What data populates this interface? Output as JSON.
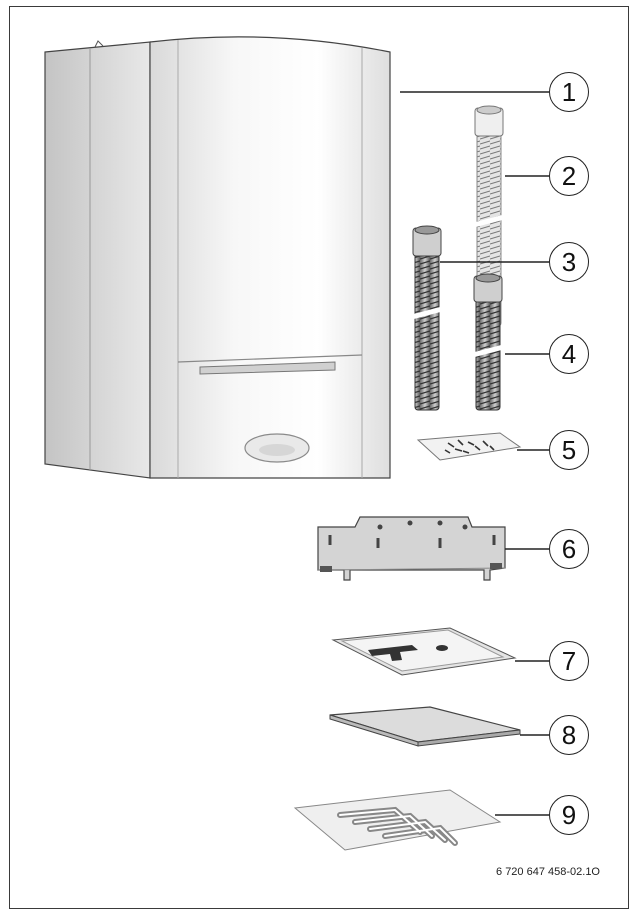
{
  "callouts": [
    {
      "num": "1",
      "icon": "boiler-icon"
    },
    {
      "num": "2",
      "icon": "flexible-hose-icon"
    },
    {
      "num": "3",
      "icon": "flexible-hose-icon"
    },
    {
      "num": "4",
      "icon": "flexible-hose-icon"
    },
    {
      "num": "5",
      "icon": "fixings-bag-icon"
    },
    {
      "num": "6",
      "icon": "mounting-bracket-icon"
    },
    {
      "num": "7",
      "icon": "template-icon"
    },
    {
      "num": "8",
      "icon": "documentation-icon"
    },
    {
      "num": "9",
      "icon": "seals-bag-icon"
    }
  ],
  "reference": "6 720 647 458-02.1O",
  "colors": {
    "line": "#222222",
    "panel": "#e6e6e6",
    "shadow": "#9a9a9a"
  }
}
